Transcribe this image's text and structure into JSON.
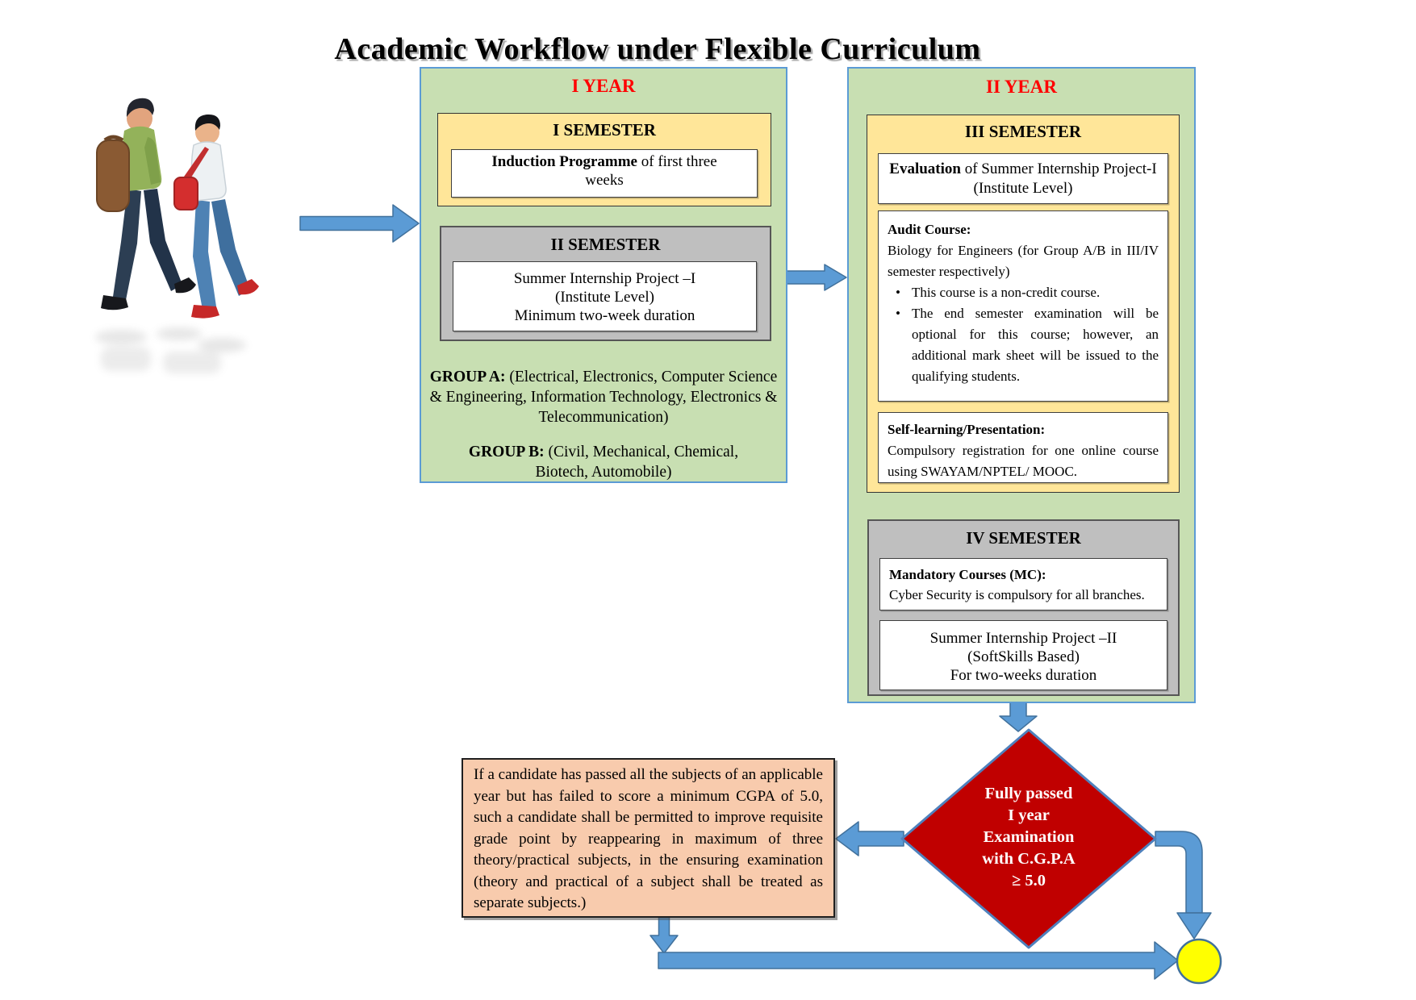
{
  "title": "Academic Workflow under Flexible Curriculum",
  "year1": {
    "title": "I YEAR",
    "sem1": {
      "title": "I SEMESTER",
      "induction_bold": "Induction Programme",
      "induction_rest": " of first three weeks"
    },
    "sem2": {
      "title": "II SEMESTER",
      "lines": [
        "Summer Internship Project –I",
        "(Institute Level)",
        "Minimum two-week duration"
      ]
    },
    "group_a": {
      "bold": "GROUP A:",
      "rest": " (Electrical, Electronics, Computer Science & Engineering, Information Technology, Electronics & Telecommunication)"
    },
    "group_b": {
      "bold": "GROUP B:",
      "rest": " (Civil, Mechanical, Chemical, Biotech, Automobile)"
    }
  },
  "year2": {
    "title": "II YEAR",
    "sem3": {
      "title": "III SEMESTER",
      "evaluation": {
        "bold": "Evaluation",
        "rest": " of Summer Internship Project-I",
        "line2": "(Institute Level)"
      },
      "audit": {
        "heading": "Audit Course:",
        "intro": "Biology for Engineers (for Group A/B in III/IV semester respectively)",
        "bullet_char": "•",
        "bullets": [
          "This course is a non-credit course.",
          "The end semester examination will be optional for this course; however, an additional mark sheet will be issued to the qualifying students."
        ]
      },
      "self_learning": {
        "heading": "Self-learning/Presentation:",
        "body": "Compulsory registration for one online course using SWAYAM/NPTEL/ MOOC."
      }
    },
    "sem4": {
      "title": "IV SEMESTER",
      "mandatory": {
        "heading": "Mandatory Courses (MC):",
        "body": "Cyber Security is compulsory for all branches."
      },
      "internship": {
        "lines": [
          "Summer Internship Project –II",
          "(SoftSkills Based)",
          "For two-weeks duration"
        ]
      }
    }
  },
  "decision": {
    "lines": [
      "Fully passed",
      "I year",
      "Examination",
      "with C.G.P.A",
      "≥ 5.0"
    ]
  },
  "note": "If a candidate has passed all the subjects of an applicable year but has failed to score a minimum CGPA of 5.0, such a candidate shall be permitted to improve requisite grade point by reappearing in maximum of three theory/practical subjects, in the ensuring examination (theory and practical of a subject shall be treated as separate subjects.)",
  "colors": {
    "arrow_blue": "#5b9bd5",
    "arrow_outline": "#41719c",
    "year_box_green": "#c8dfb2",
    "year_box_border": "#5b9bd5",
    "semester_yellow": "#ffe699",
    "semester_gray": "#bfbfbf",
    "diamond_red": "#c00000",
    "note_peach": "#f8cbad",
    "terminal_yellow": "#ffff00",
    "year_title_red": "#ff0000"
  }
}
